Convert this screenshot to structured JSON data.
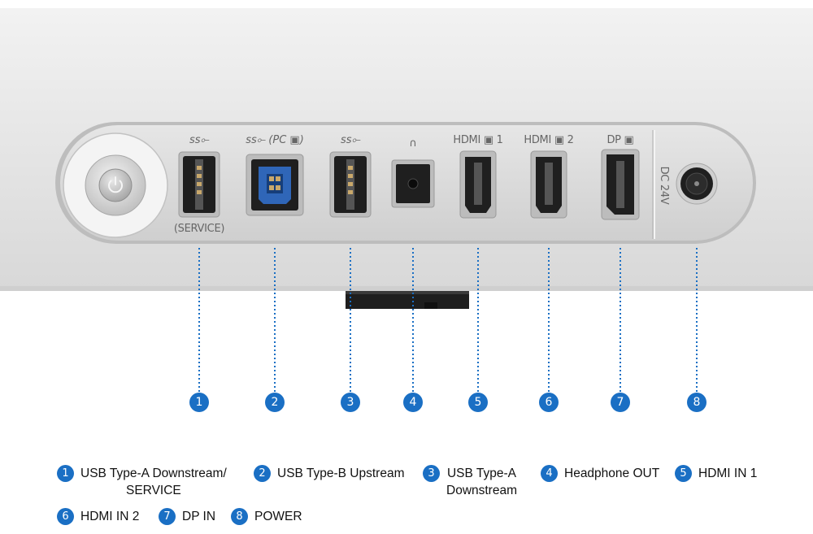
{
  "panel": {
    "port_labels": {
      "usb_a_service_top": "ss⟜",
      "usb_b_top": "ss⟜ (PC ▣)",
      "usb_a_top": "ss⟜",
      "headphone_symbol": "∩",
      "hdmi1": "HDMI ▣ 1",
      "hdmi2": "HDMI ▣ 2",
      "dp": "DP ▣",
      "service": "(SERVICE)",
      "dc": "DC 24V"
    }
  },
  "callouts": [
    "1",
    "2",
    "3",
    "4",
    "5",
    "6",
    "7",
    "8"
  ],
  "legend": [
    {
      "num": "1",
      "lines": [
        "USB Type-A Downstream/",
        "SERVICE"
      ]
    },
    {
      "num": "2",
      "lines": [
        "USB Type-B Upstream"
      ]
    },
    {
      "num": "3",
      "lines": [
        "USB Type-A",
        "Downstream"
      ]
    },
    {
      "num": "4",
      "lines": [
        "Headphone OUT"
      ]
    },
    {
      "num": "5",
      "lines": [
        "HDMI IN 1"
      ]
    },
    {
      "num": "6",
      "lines": [
        "HDMI IN 2"
      ]
    },
    {
      "num": "7",
      "lines": [
        "DP IN"
      ]
    },
    {
      "num": "8",
      "lines": [
        "POWER"
      ]
    }
  ],
  "colors": {
    "accent": "#1a6fc4",
    "panel": "#d9d9d9",
    "port": "#2a2a2a",
    "usb_b_blue": "#2f66b8"
  }
}
